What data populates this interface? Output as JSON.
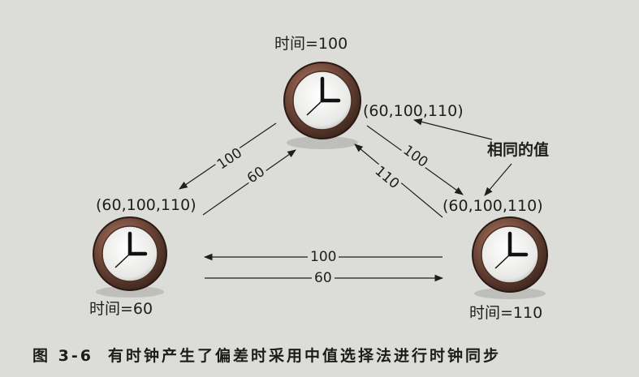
{
  "clocks": {
    "top": {
      "label": "时间=100"
    },
    "left": {
      "label": "时间=60"
    },
    "right": {
      "label": "时间=110"
    }
  },
  "value_sets": {
    "top": "(60,100,110)",
    "left": "(60,100,110)",
    "right": "(60,100,110)"
  },
  "annotation": "相同的值",
  "edges": {
    "top_to_left": "100",
    "left_to_top": "60",
    "top_to_right": "100",
    "right_to_top": "110",
    "top_to_bottom_right": "100",
    "left_to_right": "60"
  },
  "caption": {
    "number": "图 3-6",
    "text": "有时钟产生了偏差时采用中值选择法进行时钟同步"
  }
}
